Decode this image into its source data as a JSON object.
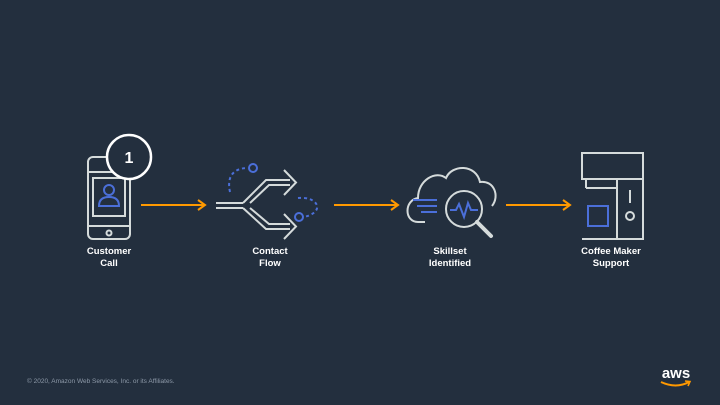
{
  "steps": [
    {
      "line1": "Customer",
      "line2": "Call"
    },
    {
      "line1": "Contact",
      "line2": "Flow"
    },
    {
      "line1": "Skillset",
      "line2": "Identified"
    },
    {
      "line1": "Coffee Maker",
      "line2": "Support"
    }
  ],
  "step_badge": "1",
  "footer": {
    "copyright": "© 2020, Amazon Web Services, Inc. or its Affiliates."
  },
  "logo": {
    "text": "aws"
  },
  "colors": {
    "background": "#232f3e",
    "arrow": "#ff9900",
    "icon_stroke": "#d5dbdb",
    "icon_accent": "#4b6fd9",
    "text": "#ffffff"
  }
}
